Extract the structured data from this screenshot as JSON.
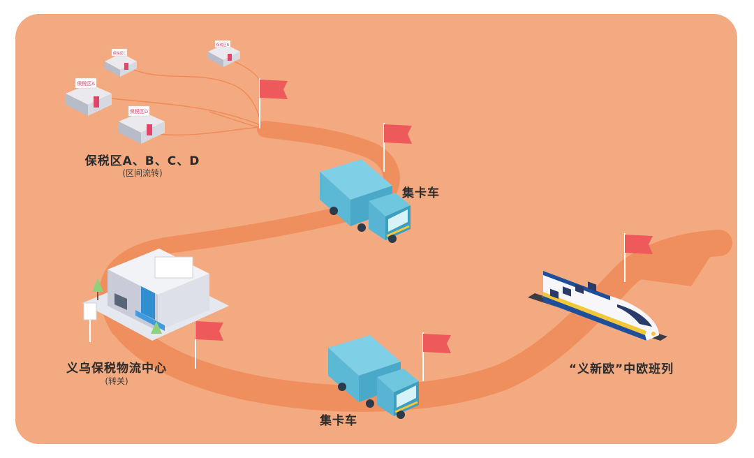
{
  "colors": {
    "panel": "#f4aa80",
    "road": "#ef8f5d",
    "flag": "#ee5a5c",
    "truck": "#6ec6df",
    "truck_dark": "#3a9fc0",
    "train_stripe": "#1f4f9b",
    "train_accent": "#f4c73b"
  },
  "warehouse_signs": {
    "a": "保税区A",
    "b": "保税区B",
    "c": "保税区C",
    "d": "保税区D"
  },
  "labels": {
    "bonded_zones": "保税区A、B、C、D",
    "bonded_zones_sub": "(区间流转)",
    "truck_top": "集卡车",
    "truck_bottom": "集卡车",
    "logistics_center": "义乌保税物流中心",
    "logistics_center_sub": "(转关)",
    "train": "“义新欧”中欧班列"
  },
  "icons": {
    "flag": "flag-icon",
    "truck": "truck-icon",
    "train": "train-icon",
    "warehouse": "warehouse-icon",
    "building": "building-icon"
  }
}
